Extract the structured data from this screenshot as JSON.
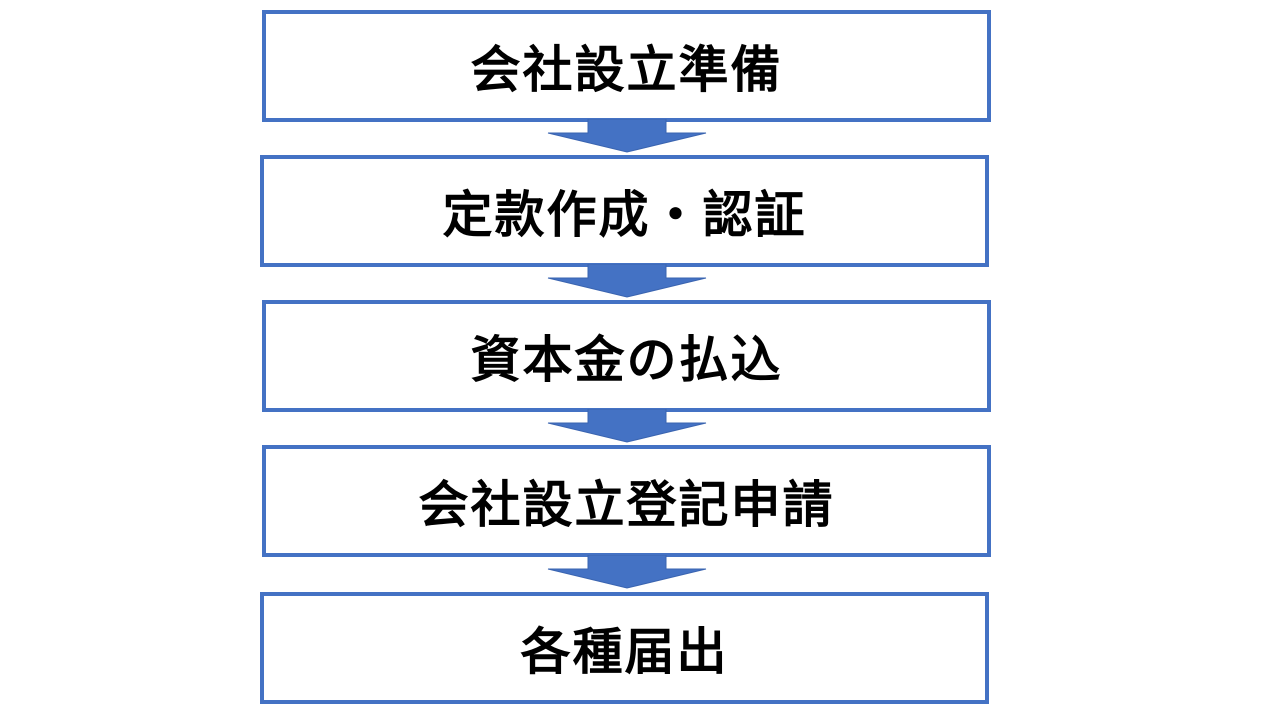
{
  "steps": [
    {
      "label": "会社設立準備"
    },
    {
      "label": "定款作成・認証"
    },
    {
      "label": "資本金の払込"
    },
    {
      "label": "会社設立登記申請"
    },
    {
      "label": "各種届出"
    }
  ],
  "colors": {
    "border": "#4472C4",
    "arrow": "#4472C4"
  }
}
